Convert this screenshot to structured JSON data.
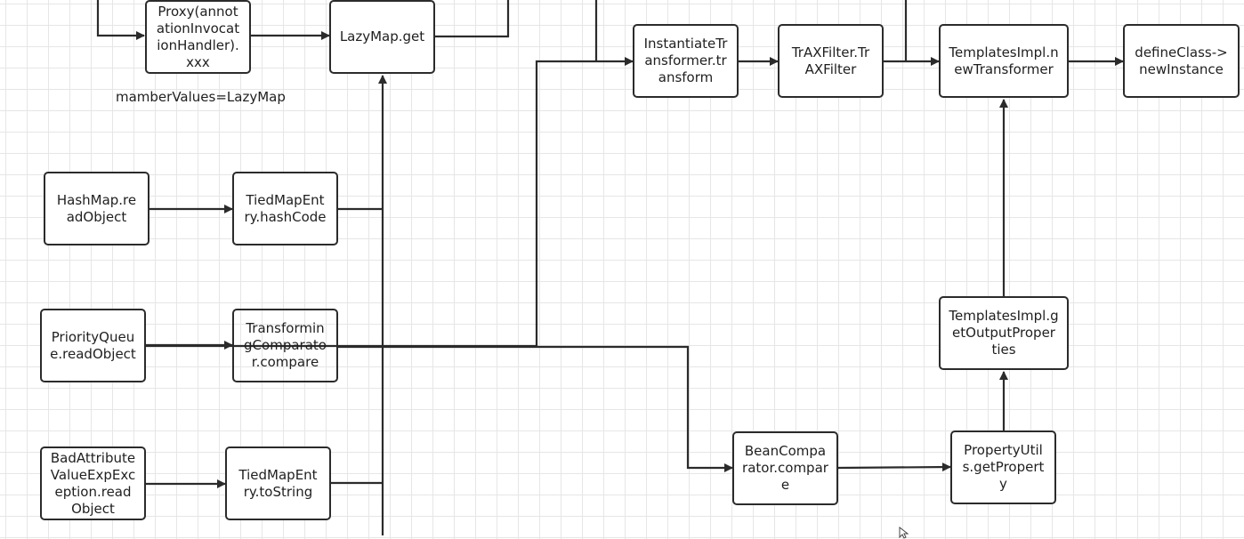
{
  "diagram": {
    "nodes": {
      "proxy": "Proxy(annot\nationInvocat\nionHandler).\nxxx",
      "lazymap_get": "LazyMap.get",
      "instantiate": "InstantiateTr\nansformer.tr\nansform",
      "trax_filter": "TrAXFilter.Tr\nAXFilter",
      "templates_new_transformer": "TemplatesImpl.n\newTransformer",
      "define_class": "defineClass->\nnewInstance",
      "hashmap_read": "HashMap.re\nadObject",
      "tied_hashcode": "TiedMapEnt\nry.hashCode",
      "priority_queue": "PriorityQueu\ne.readObject",
      "transforming_comparator": "Transformin\ngComparato\nr.compare",
      "bad_attribute": "BadAttribute\nValueExpExc\neption.read\nObject",
      "tied_tostring": "TiedMapEnt\nry.toString",
      "bean_comparator": "BeanCompa\nrator.compar\ne",
      "property_utils": "PropertyUtil\ns.getPropert\ny",
      "templates_output_props": "TemplatesImpl.g\netOutputProper\nties"
    },
    "labels": {
      "member_values": "mamberValues=LazyMap"
    },
    "colors": {
      "line": "#2b2b2b",
      "grid": "#e6e6e6",
      "background": "#ffffff"
    }
  }
}
